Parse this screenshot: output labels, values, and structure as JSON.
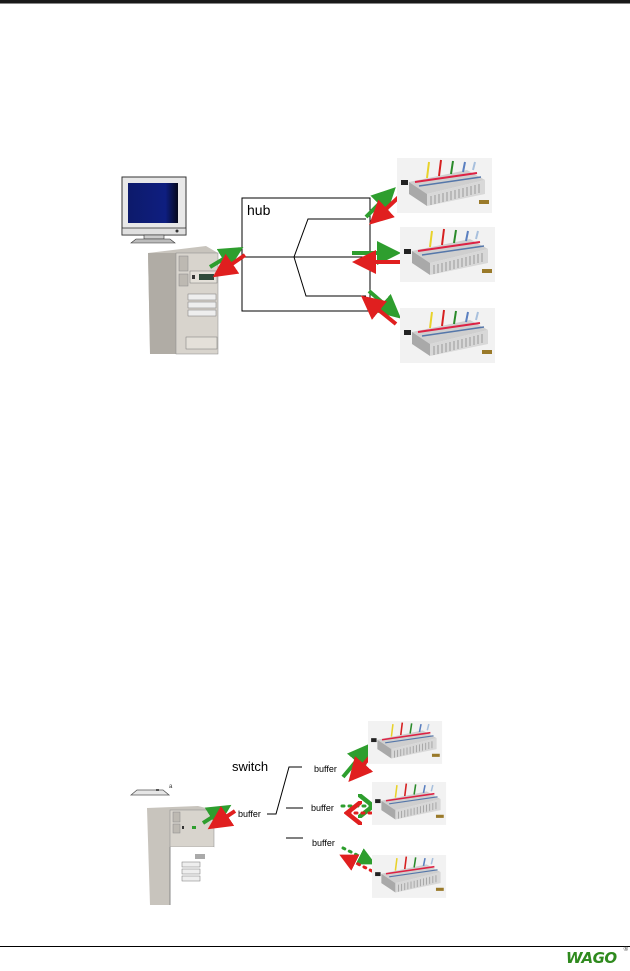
{
  "figure_hub": {
    "hub_label": "hub",
    "colors": {
      "send": "#2e9e2e",
      "receive": "#e01f1f",
      "monitor_screen": "#0d1a6b"
    },
    "devices": [
      "fieldbus-coupler-module",
      "fieldbus-coupler-module",
      "fieldbus-coupler-module"
    ]
  },
  "figure_switch": {
    "switch_label": "switch",
    "buffer_labels": [
      "buffer",
      "buffer",
      "buffer",
      "buffer"
    ],
    "devices": [
      "fieldbus-coupler-module",
      "fieldbus-coupler-module",
      "fieldbus-coupler-module"
    ]
  },
  "footer": {
    "logo_text": "WAGO",
    "logo_mark": "®"
  }
}
